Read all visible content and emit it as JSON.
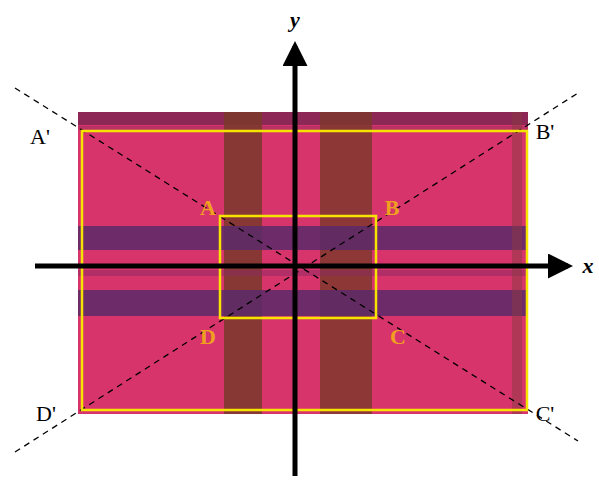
{
  "diagram": {
    "labels": [
      "y",
      "x",
      "A'",
      "B'",
      "A",
      "B",
      "D",
      "C",
      "D'",
      "C'"
    ]
  }
}
